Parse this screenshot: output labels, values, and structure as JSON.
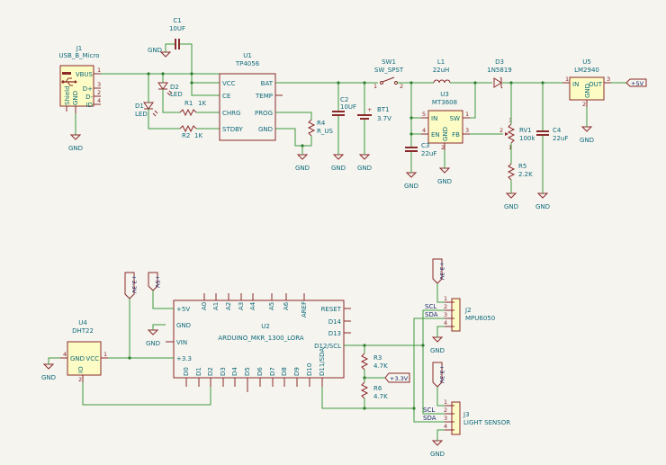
{
  "schematic": {
    "title": "Power and sensor schematic",
    "colors": {
      "background": "#f5f4ef",
      "wire": "#3d9a3d",
      "symbol": "#8b2a2a",
      "symbol_fill": "#fdfcc4",
      "text": "#0f6a7a",
      "net_label": "#1b2a6b"
    },
    "gnd_label": "GND",
    "components": {
      "J1": {
        "ref": "J1",
        "value": "USB_B_Micro",
        "pins": {
          "vbus": "VBUS",
          "dp": "D+",
          "dm": "D-",
          "id": "ID",
          "shield": "Shield",
          "gnd": "GND"
        },
        "pin_numbers": {
          "vbus": "1",
          "dp": "3",
          "dm": "2",
          "id": "4"
        }
      },
      "C1": {
        "ref": "C1",
        "value": "10UF"
      },
      "D1": {
        "ref": "D1",
        "value": "LED"
      },
      "D2": {
        "ref": "D2",
        "value": "LED"
      },
      "R1": {
        "ref": "R1",
        "value": "1K"
      },
      "R2": {
        "ref": "R2",
        "value": "1K"
      },
      "U1": {
        "ref": "U1",
        "value": "TP4056",
        "pins_left": [
          "VCC",
          "CE",
          "CHRG",
          "STDBY"
        ],
        "pins_right": [
          "BAT",
          "TEMP",
          "PROG",
          "GND"
        ]
      },
      "R4": {
        "ref": "R4",
        "value": "R_US"
      },
      "C2": {
        "ref": "C2",
        "value": "10UF"
      },
      "BT1": {
        "ref": "BT1",
        "value": "3.7V"
      },
      "SW1": {
        "ref": "SW1",
        "value": "SW_SPST",
        "pin_numbers": [
          "1",
          "2"
        ]
      },
      "L1": {
        "ref": "L1",
        "value": "22uH"
      },
      "D3": {
        "ref": "D3",
        "value": "1N5819"
      },
      "U3": {
        "ref": "U3",
        "value": "MT3608",
        "pins": {
          "in": "IN",
          "sw": "SW",
          "en": "EN",
          "fb": "FB",
          "gnd": "GND"
        },
        "pin_numbers": {
          "in": "5",
          "sw": "1",
          "en": "4",
          "fb": "3",
          "gnd": "2"
        }
      },
      "C3": {
        "ref": "C3",
        "value": "22uF"
      },
      "RV1": {
        "ref": "RV1",
        "value": "100k",
        "pin_numbers": [
          "3",
          "2",
          "1"
        ]
      },
      "R5": {
        "ref": "R5",
        "value": "2.2K"
      },
      "C4": {
        "ref": "C4",
        "value": "22uF"
      },
      "U5": {
        "ref": "U5",
        "value": "LM2940",
        "pins": {
          "in": "IN",
          "out": "OUT",
          "gnd": "GND"
        },
        "pin_numbers": {
          "in": "1",
          "out": "3",
          "gnd": "2"
        }
      },
      "U4": {
        "ref": "U4",
        "value": "DHT22",
        "pins": {
          "gnd": "GND",
          "vcc": "VCC",
          "io": "IO"
        },
        "pin_numbers": {
          "gnd": "4",
          "vcc": "1",
          "io": "2"
        }
      },
      "U2": {
        "ref": "U2",
        "value": "ARDUINO_MKR_1300_LORA",
        "pins_left": [
          "+5V",
          "GND",
          "VIN",
          "+3.3"
        ],
        "pins_top": [
          "A0",
          "A1",
          "A2",
          "A3",
          "A4",
          "A5",
          "A6",
          "AREF"
        ],
        "pins_right": [
          "RESET",
          "D14",
          "D13",
          "D12/SCL"
        ],
        "pins_bottom": [
          "D0",
          "D1",
          "D2",
          "D3",
          "D4",
          "D5",
          "D6",
          "D7",
          "D8",
          "D9",
          "D10",
          "D11/SDA"
        ]
      },
      "R3": {
        "ref": "R3",
        "value": "4.7K"
      },
      "R6": {
        "ref": "R6",
        "value": "4.7K"
      },
      "J2": {
        "ref": "J2",
        "value": "MPU6050",
        "pin_numbers": [
          "1",
          "2",
          "3",
          "4"
        ]
      },
      "J3": {
        "ref": "J3",
        "value": "LIGHT SENSOR",
        "pin_numbers": [
          "1",
          "2",
          "3",
          "4"
        ]
      }
    },
    "power_flags": {
      "p5v_out": "+5V",
      "p33v_dht": "+3.3V",
      "p5v_ard": "+5V",
      "p33v_pullup": "+3.3V",
      "p33v_j2": "+3.3V",
      "p33v_j3": "+3.3V"
    },
    "net_labels": {
      "scl": "SCL",
      "sda": "SDA"
    }
  }
}
